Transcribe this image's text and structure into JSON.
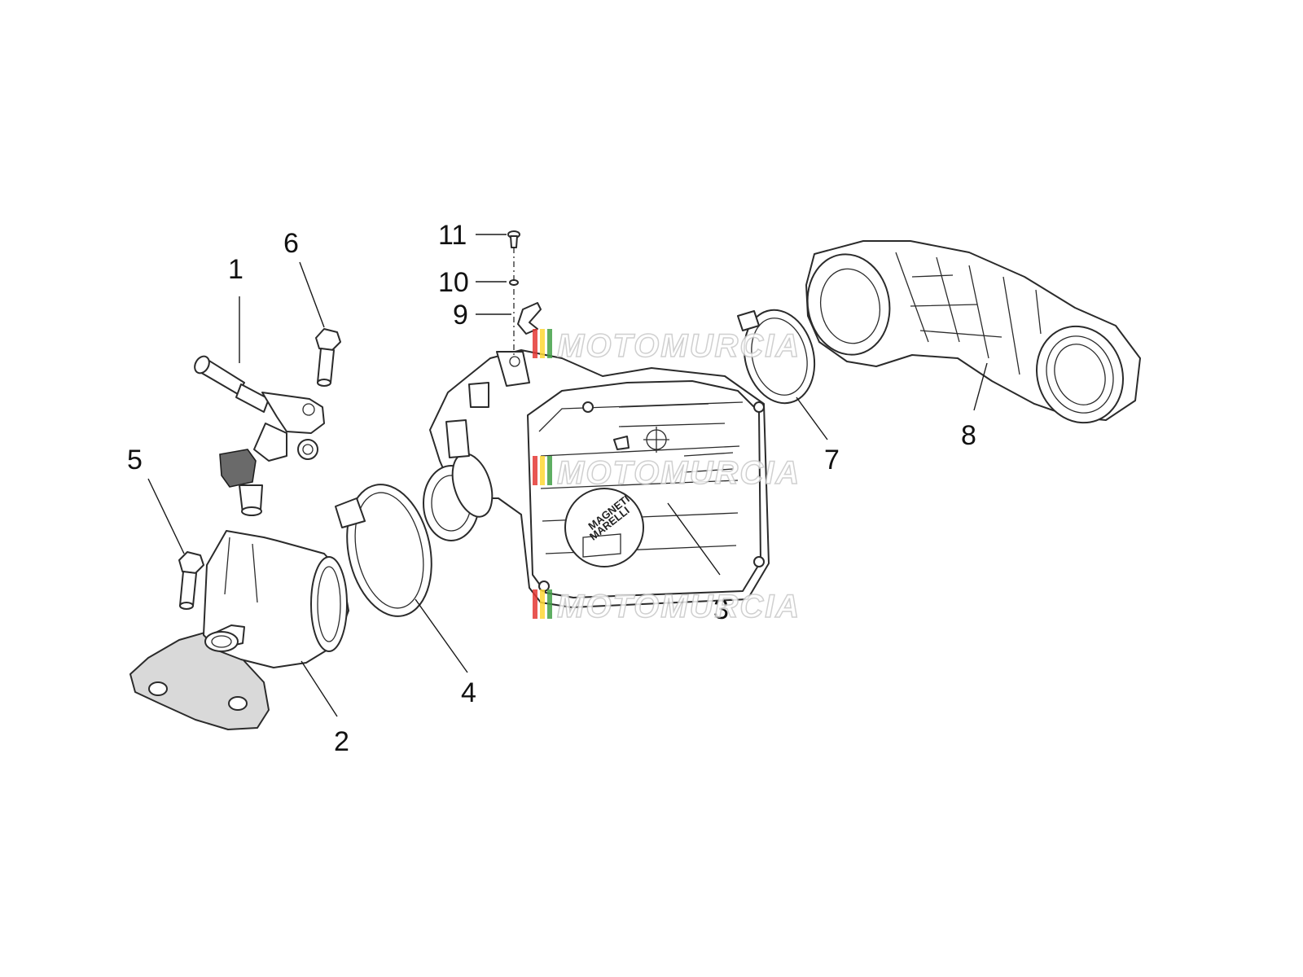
{
  "callouts": {
    "c1": "1",
    "c2": "2",
    "c3": "3",
    "c4": "4",
    "c5": "5",
    "c6": "6",
    "c7": "7",
    "c8": "8",
    "c9": "9",
    "c10": "10",
    "c11": "11"
  },
  "watermark": {
    "text": "MOTOMURCIA",
    "stripe_colors": [
      "#e53935",
      "#fdd835",
      "#43a047"
    ]
  },
  "brand_label": {
    "line1": "MAGNETI",
    "line2": "MARELLI"
  },
  "colors": {
    "line": "#2b2b2b",
    "fill": "#ffffff",
    "shade": "#d9d9d9"
  }
}
